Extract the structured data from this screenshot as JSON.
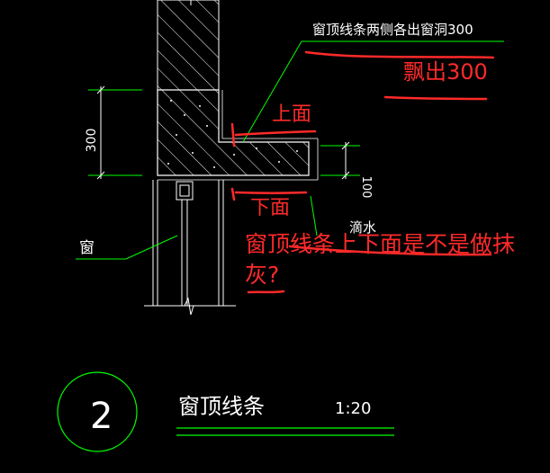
{
  "colors": {
    "background": "#000000",
    "drawing": "#ffffff",
    "leader": "#00ff00",
    "markup": "#ff2a2a"
  },
  "cad": {
    "leader_note": "窗顶线条两侧各出窗洞300",
    "dim_left": "300",
    "dim_right": "100",
    "drip_label": "滴水",
    "window_label": "窗",
    "detail_number": "2",
    "detail_title": "窗顶线条",
    "detail_scale": "1:20"
  },
  "markup": {
    "protrude": "飘出300",
    "top_face": "上面",
    "bottom_face": "下面",
    "question_line1": "窗顶线条上下面是不是做抹",
    "question_line2": "灰?"
  }
}
